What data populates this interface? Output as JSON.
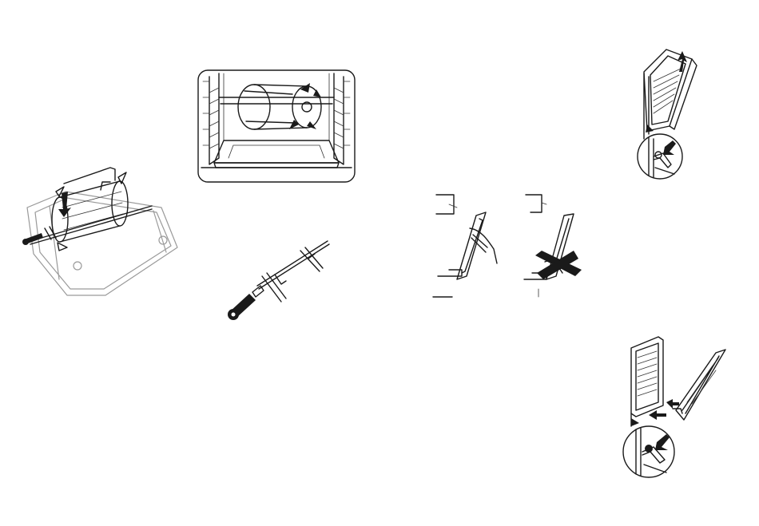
{
  "page": {
    "background": "#ffffff",
    "ink": "#1a1a1a",
    "faint_ink": "#9a9a9a"
  },
  "figures": [
    {
      "id": "rotisserie-in-tray",
      "icon": "rotisserie-assembly-icon"
    },
    {
      "id": "oven-interior-spit",
      "icon": "oven-cavity-icon"
    },
    {
      "id": "spit-rod",
      "icon": "spit-rod-icon"
    },
    {
      "id": "door-glass-handling",
      "icon": "hands-glass-panel-icon"
    },
    {
      "id": "door-removal-top",
      "icon": "door-lift-off-icon"
    },
    {
      "id": "door-refit-bottom",
      "icon": "door-hinge-refit-icon"
    }
  ]
}
